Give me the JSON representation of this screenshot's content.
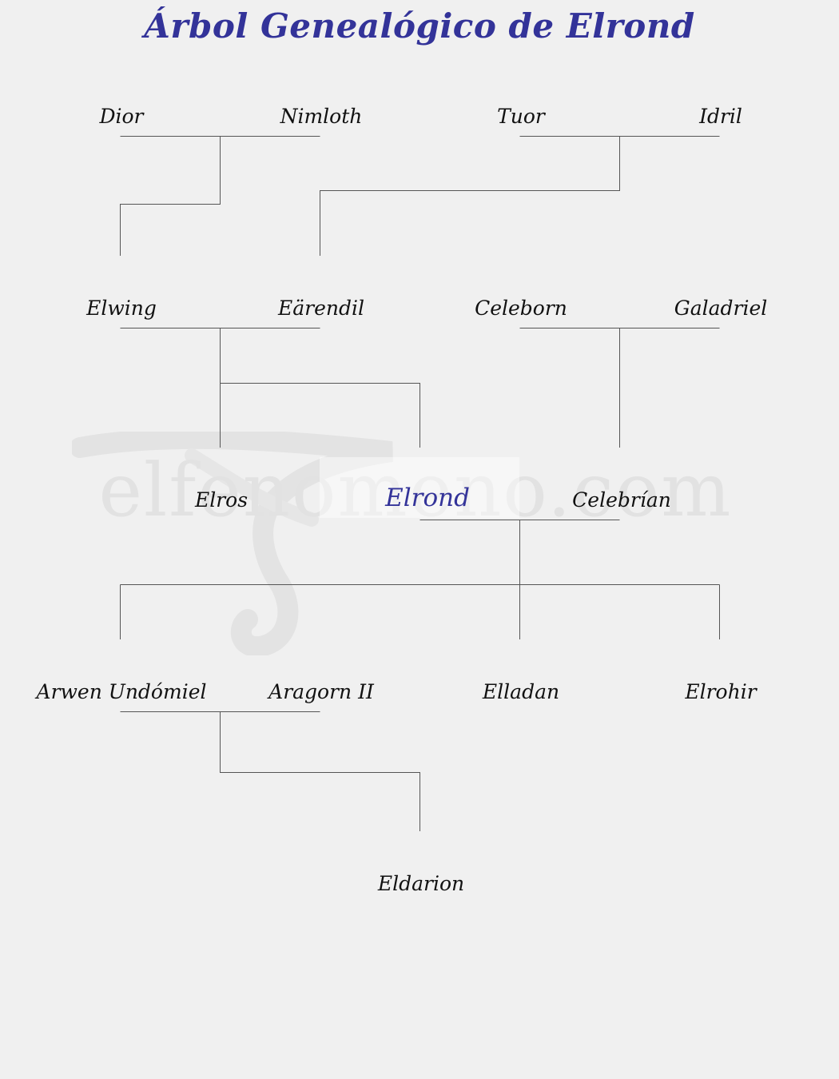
{
  "title": "Árbol Genealógico de Elrond",
  "watermark": "elfenomeno.com",
  "colors": {
    "background": "#f0f0f0",
    "title": "#333399",
    "highlight": "#333399",
    "lines": "#555555"
  },
  "people": {
    "dior": "Dior",
    "nimloth": "Nimloth",
    "tuor": "Tuor",
    "idril": "Idril",
    "elwing": "Elwing",
    "earendil": "Eärendil",
    "celeborn": "Celeborn",
    "galadriel": "Galadriel",
    "elros": "Elros",
    "elrond": "Elrond",
    "celebrian": "Celebrían",
    "arwen": "Arwen Undómiel",
    "aragorn": "Aragorn II",
    "elladan": "Elladan",
    "elrohir": "Elrohir",
    "eldarion": "Eldarion"
  }
}
